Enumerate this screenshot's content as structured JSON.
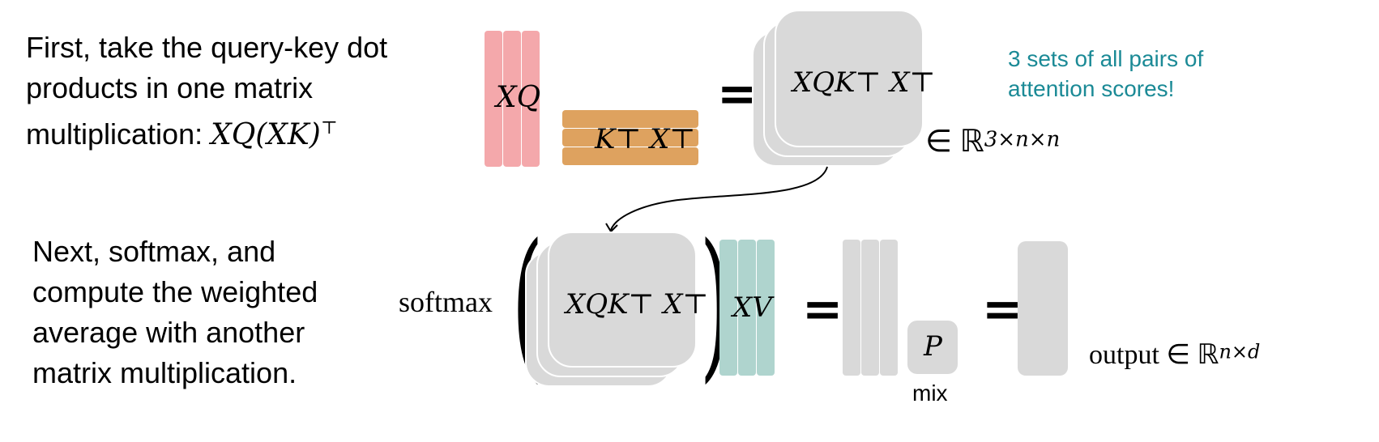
{
  "step1": {
    "line1": "First, take the query-key dot",
    "line2": "products in one matrix",
    "line3_text": "multiplication: ",
    "line3_math": "XQ(XK)",
    "line3_sup": "⊤"
  },
  "step2": {
    "line1": "Next, softmax, and",
    "line2": "compute the weighted",
    "line3": "average with another",
    "line4": "matrix multiplication."
  },
  "matrices": {
    "xq": "XQ",
    "kx": "K⊤ X⊤",
    "scores": "XQK⊤ X⊤",
    "xv": "XV",
    "p": "P",
    "mix": "mix"
  },
  "annotations": {
    "three_sets_line1": "3 sets of all pairs of",
    "three_sets_line2": "attention scores!",
    "scores_space_prefix": "∈ ℝ",
    "scores_space_sup": "3×n×n",
    "output_prefix": "output ∈ ℝ",
    "output_sup": "n×d",
    "softmax": "softmax",
    "equals": "="
  },
  "colors": {
    "query": "#f4a8ab",
    "key": "#dea25f",
    "value": "#afd4ce",
    "neutral": "#d9d9d9",
    "note_text": "#1b8a96"
  }
}
